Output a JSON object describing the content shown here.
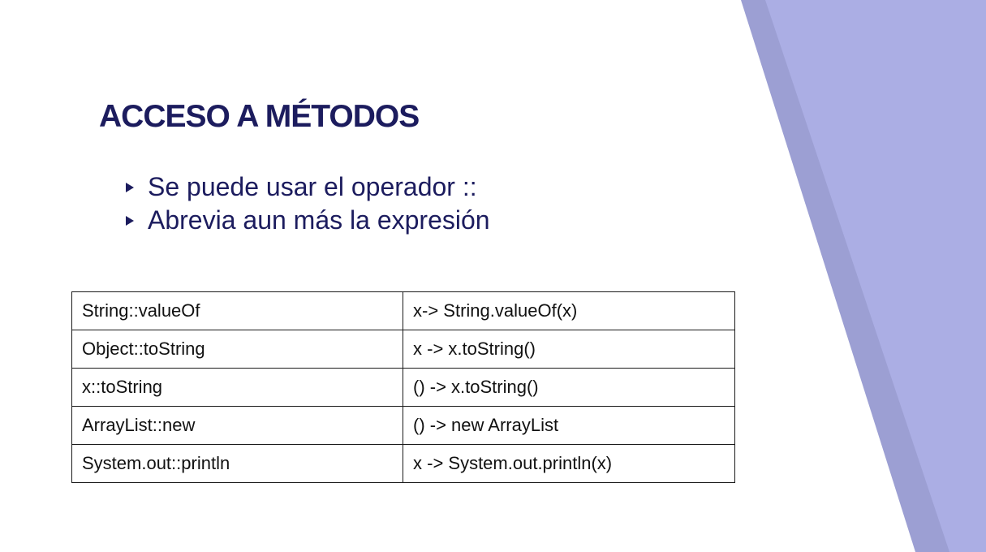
{
  "slide": {
    "title": "ACCESO A MÉTODOS",
    "bullets": [
      "Se puede usar el operador ::",
      "Abrevia aun más la expresión"
    ],
    "table": [
      [
        "String::valueOf",
        "x-> String.valueOf(x)"
      ],
      [
        "Object::toString",
        "x -> x.toString()"
      ],
      [
        "x::toString",
        "() -> x.toString()"
      ],
      [
        "ArrayList::new",
        "() -> new ArrayList"
      ],
      [
        "System.out::println",
        "x -> System.out.println(x)"
      ]
    ]
  },
  "colors": {
    "title": "#1c1c5e",
    "decor_light": "#abaee4",
    "decor_dark": "#9c9fd3"
  }
}
